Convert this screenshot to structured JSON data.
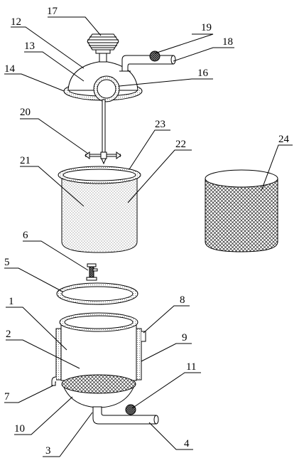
{
  "figure": {
    "labels": {
      "l1": "1",
      "l2": "2",
      "l3": "3",
      "l4": "4",
      "l5": "5",
      "l6": "6",
      "l7": "7",
      "l8": "8",
      "l9": "9",
      "l10": "10",
      "l11": "11",
      "l12": "12",
      "l13": "13",
      "l14": "14",
      "l16": "16",
      "l17": "17",
      "l18": "18",
      "l19": "19",
      "l20": "20",
      "l21": "21",
      "l22": "22",
      "l23": "23",
      "l24": "24"
    }
  }
}
